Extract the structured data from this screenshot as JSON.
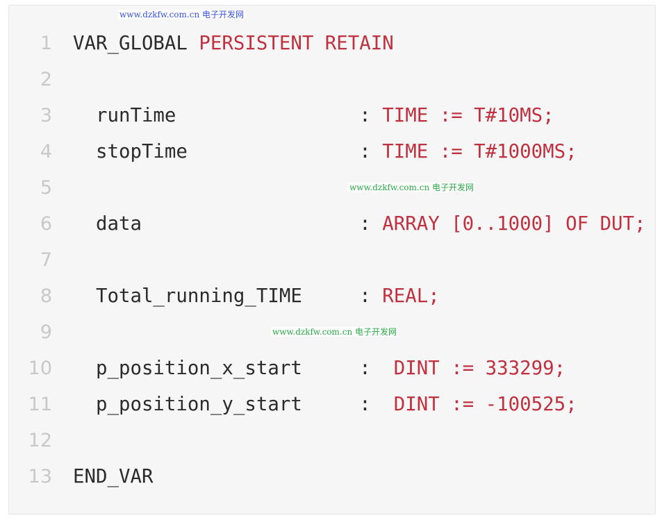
{
  "code_lines": [
    {
      "num": "1",
      "plain": "VAR_GLOBAL ",
      "kw": "PERSISTENT RETAIN"
    },
    {
      "num": "2",
      "plain": "",
      "kw": ""
    },
    {
      "num": "3",
      "plain": "  runTime                : ",
      "kw": "TIME := T#10MS;"
    },
    {
      "num": "4",
      "plain": "  stopTime               : ",
      "kw": "TIME := T#1000MS;"
    },
    {
      "num": "5",
      "plain": "",
      "kw": ""
    },
    {
      "num": "6",
      "plain": "  data                   : ",
      "kw": "ARRAY [0..1000] OF DUT;"
    },
    {
      "num": "7",
      "plain": "",
      "kw": ""
    },
    {
      "num": "8",
      "plain": "  Total_running_TIME     : ",
      "kw": "REAL;"
    },
    {
      "num": "9",
      "plain": "",
      "kw": ""
    },
    {
      "num": "10",
      "plain": "  p_position_x_start     :  ",
      "kw": "DINT := 333299;"
    },
    {
      "num": "11",
      "plain": "  p_position_y_start     :  ",
      "kw": "DINT := -100525;"
    },
    {
      "num": "12",
      "plain": "",
      "kw": ""
    },
    {
      "num": "13",
      "plain": "END_VAR",
      "kw": ""
    }
  ],
  "watermarks": [
    "www.dzkfw.com.cn 电子开发网",
    "www.dzkfw.com.cn 电子开发网",
    "www.dzkfw.com.cn 电子开发网"
  ],
  "colors": {
    "keyword": "#c0313f",
    "text": "#2b2b2b",
    "line_number": "#c8c8c8",
    "background": "#f6f6f6"
  }
}
